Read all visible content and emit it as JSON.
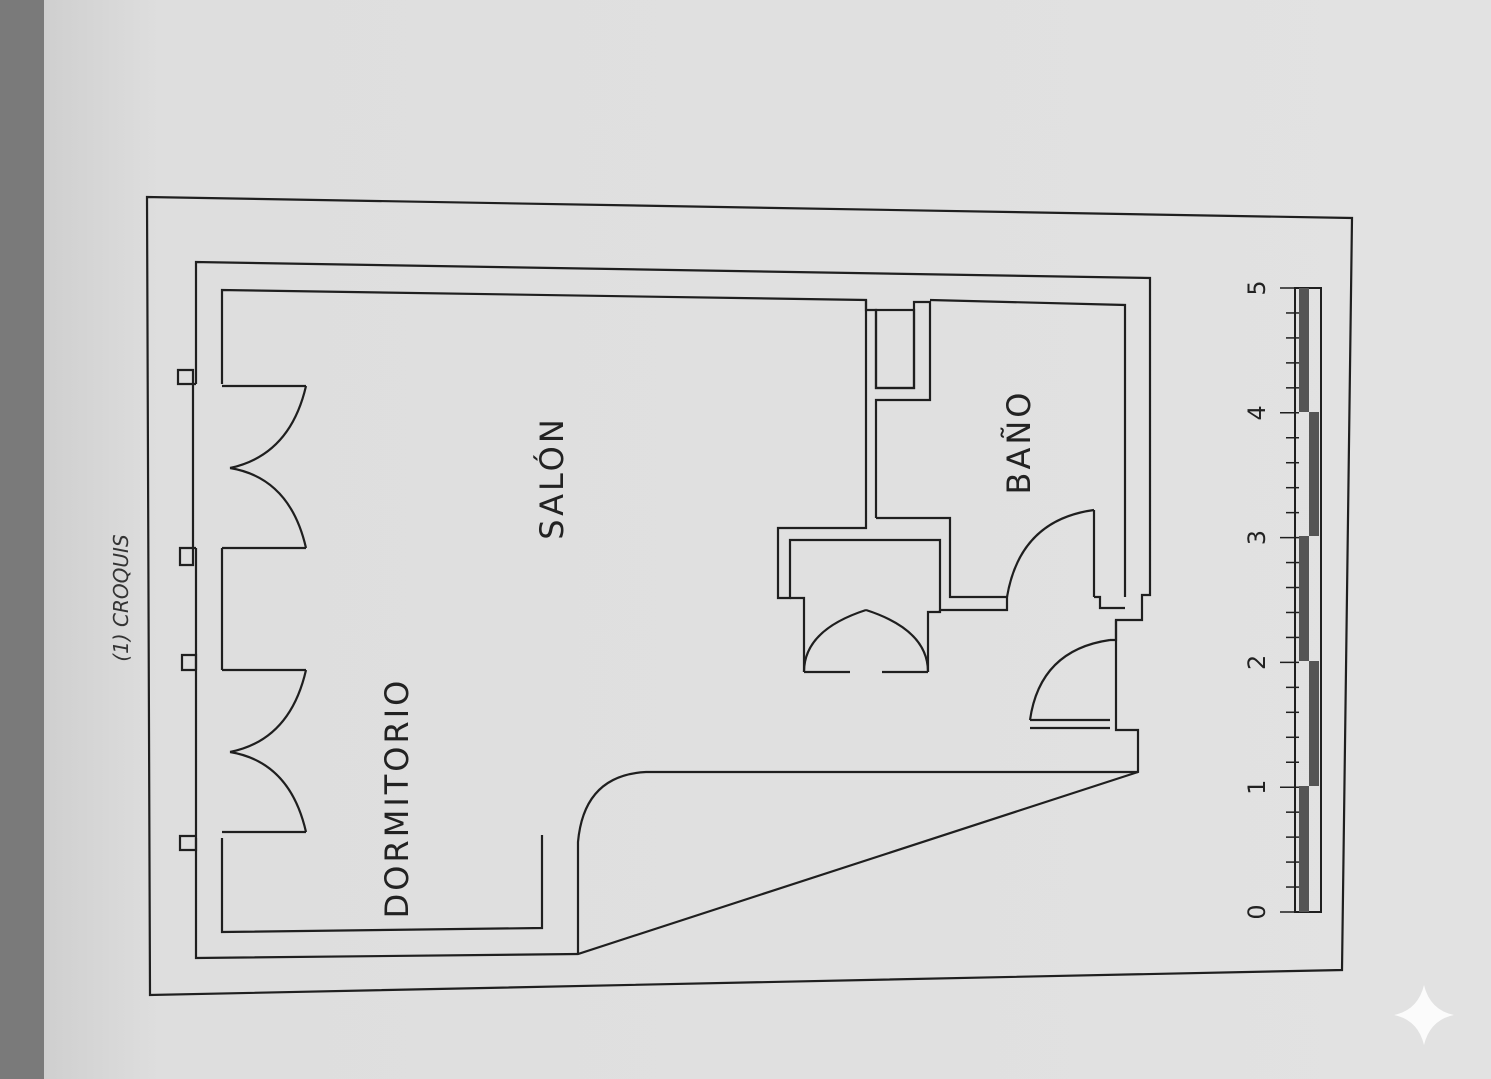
{
  "caption": "(1) CROQUIS",
  "rooms": {
    "dormitorio": "DORMITORIO",
    "salon": "SALÓN",
    "bano": "BAÑO"
  },
  "scale_bar": {
    "ticks": [
      "0",
      "1",
      "2",
      "3",
      "4",
      "5"
    ]
  },
  "colors": {
    "paper": "#dfdfdf",
    "line": "#1f1f1f",
    "scale_fill": "#555555",
    "background": "#6f6f6f"
  },
  "icons": {
    "sparkle": "sparkle-icon"
  }
}
